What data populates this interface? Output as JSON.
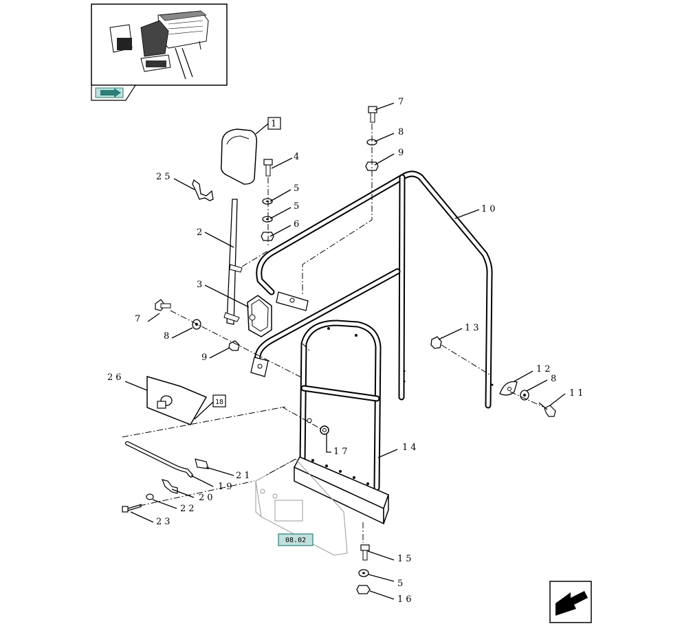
{
  "diagram": {
    "callouts": [
      {
        "id": "c1",
        "text": "1"
      },
      {
        "id": "c2",
        "text": "2"
      },
      {
        "id": "c3",
        "text": "3"
      },
      {
        "id": "c4",
        "text": "4"
      },
      {
        "id": "c5a",
        "text": "5"
      },
      {
        "id": "c5b",
        "text": "5"
      },
      {
        "id": "c5c",
        "text": "5"
      },
      {
        "id": "c6",
        "text": "6"
      },
      {
        "id": "c7a",
        "text": "7"
      },
      {
        "id": "c7b",
        "text": "7"
      },
      {
        "id": "c8a",
        "text": "8"
      },
      {
        "id": "c8b",
        "text": "8"
      },
      {
        "id": "c8c",
        "text": "8"
      },
      {
        "id": "c9a",
        "text": "9"
      },
      {
        "id": "c9b",
        "text": "9"
      },
      {
        "id": "c10",
        "text": "10"
      },
      {
        "id": "c11",
        "text": "11"
      },
      {
        "id": "c12",
        "text": "12"
      },
      {
        "id": "c13",
        "text": "13"
      },
      {
        "id": "c14",
        "text": "14"
      },
      {
        "id": "c15",
        "text": "15"
      },
      {
        "id": "c16",
        "text": "16"
      },
      {
        "id": "c17",
        "text": "17"
      },
      {
        "id": "c18",
        "text": "18"
      },
      {
        "id": "c19",
        "text": "19"
      },
      {
        "id": "c20",
        "text": "20"
      },
      {
        "id": "c21",
        "text": "21"
      },
      {
        "id": "c22",
        "text": "22"
      },
      {
        "id": "c23",
        "text": "23"
      },
      {
        "id": "c25",
        "text": "25"
      },
      {
        "id": "c26",
        "text": "26"
      }
    ],
    "reference_box": "08.02",
    "icons": [
      "machine-thumbnail",
      "section-nav-icon",
      "next-page-arrow-icon"
    ],
    "colors": {
      "line": "#000000",
      "reference_fill": "#bfe0dc",
      "reference_border": "#2a7f7a",
      "ghost": "#9a9a9a"
    }
  }
}
